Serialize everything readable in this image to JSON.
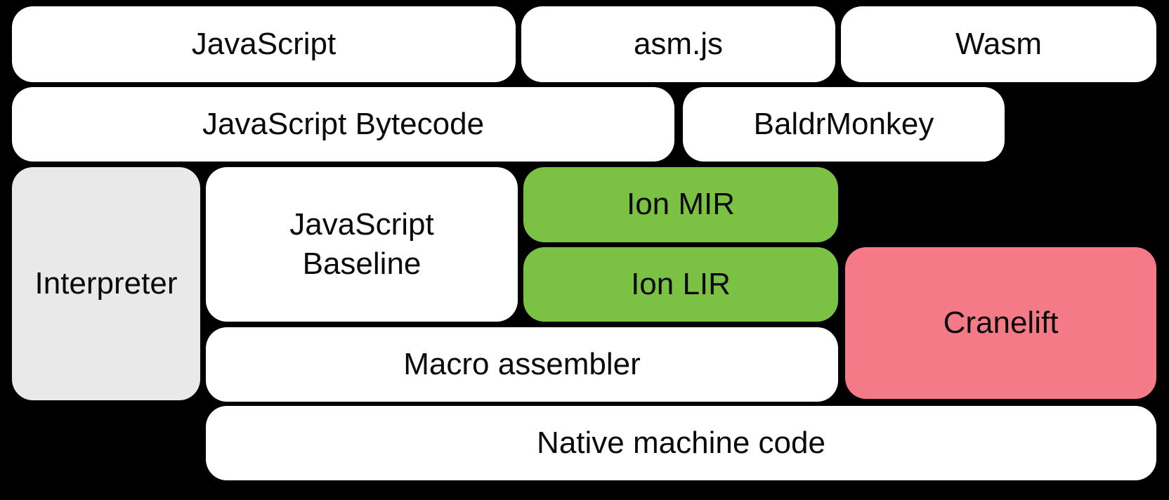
{
  "colors": {
    "background": "#000000",
    "box_white": "#ffffff",
    "box_gray": "#e9e9e9",
    "box_green": "#7bc143",
    "box_pink": "#f57a87",
    "text": "#0a0a0a"
  },
  "boxes": {
    "javascript": {
      "label": "JavaScript"
    },
    "asmjs": {
      "label": "asm.js"
    },
    "wasm": {
      "label": "Wasm"
    },
    "bytecode": {
      "label": "JavaScript Bytecode"
    },
    "baldrmonkey": {
      "label": "BaldrMonkey"
    },
    "interpreter": {
      "label": "Interpreter"
    },
    "baseline": {
      "lines": [
        "JavaScript",
        "Baseline"
      ]
    },
    "ion_mir": {
      "label": "Ion MIR"
    },
    "ion_lir": {
      "label": "Ion LIR"
    },
    "cranelift": {
      "label": "Cranelift"
    },
    "macro_assembler": {
      "label": "Macro assembler"
    },
    "native": {
      "label": "Native machine code"
    }
  }
}
